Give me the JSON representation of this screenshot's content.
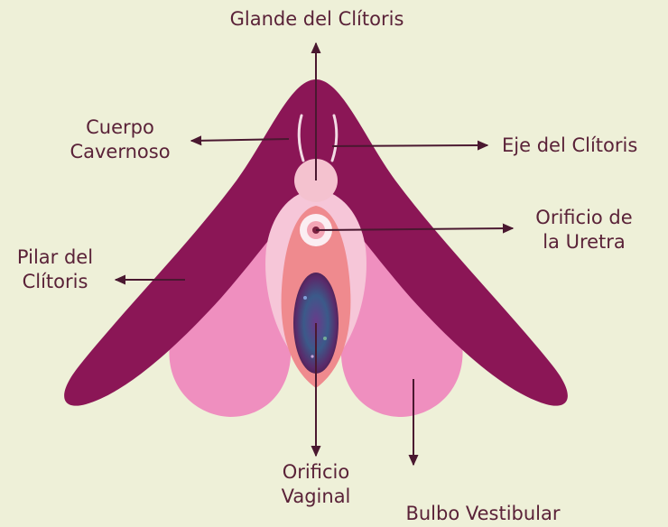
{
  "labels": {
    "glande": [
      "Glande del Clítoris"
    ],
    "cuerpo": [
      "Cuerpo",
      "Cavernoso"
    ],
    "eje": [
      "Eje del Clítoris"
    ],
    "orificio_uretra": [
      "Orificio de",
      "la Uretra"
    ],
    "pilar": [
      "Pilar del",
      "Clítoris"
    ],
    "orificio_vaginal": [
      "Orificio",
      "Vaginal"
    ],
    "bulbo": [
      "Bulbo Vestibular"
    ]
  },
  "colors": {
    "background": "#eef0d8",
    "body_purple": "#8b1656",
    "bulb_pink": "#ef8fbf",
    "inner_pink": "#f6c6d8",
    "vestibule_salmon": "#ef8a8e",
    "glans": "#f4c2cf",
    "vaginal_opening": "#4a2550",
    "label_text": "#5a2238",
    "arrow": "#4a1830"
  }
}
